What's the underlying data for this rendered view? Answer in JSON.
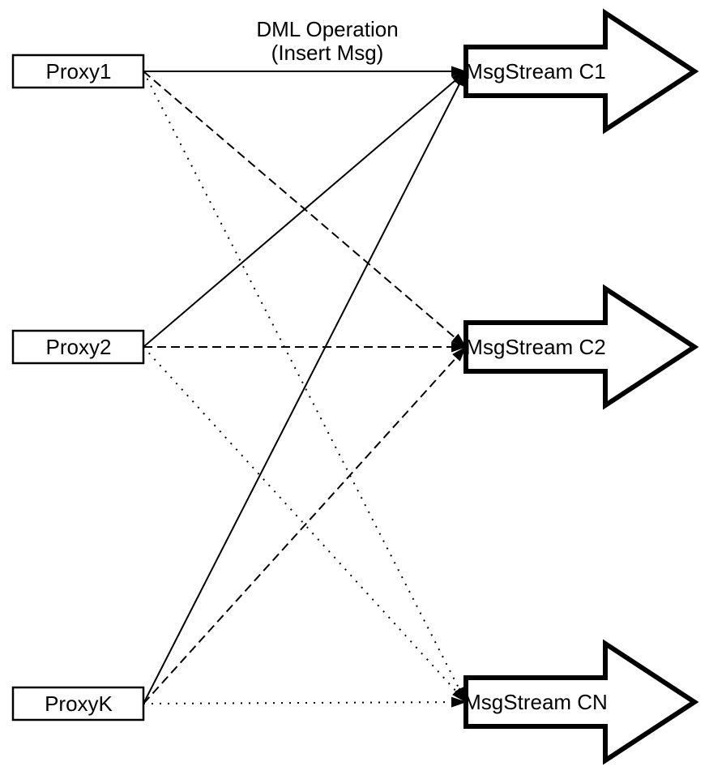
{
  "diagram": {
    "annotation": {
      "line1": "DML Operation",
      "line2": "(Insert Msg)"
    },
    "proxies": [
      {
        "id": "proxy1",
        "label": "Proxy1"
      },
      {
        "id": "proxy2",
        "label": "Proxy2"
      },
      {
        "id": "proxyk",
        "label": "ProxyK"
      }
    ],
    "streams": [
      {
        "id": "c1",
        "label": "MsgStream C1"
      },
      {
        "id": "c2",
        "label": "MsgStream C2"
      },
      {
        "id": "cn",
        "label": "MsgStream CN"
      }
    ],
    "edges": [
      {
        "from": "proxy1",
        "to": "c1",
        "style": "solid"
      },
      {
        "from": "proxy1",
        "to": "c2",
        "style": "dashed"
      },
      {
        "from": "proxy1",
        "to": "cn",
        "style": "dotted"
      },
      {
        "from": "proxy2",
        "to": "c1",
        "style": "solid"
      },
      {
        "from": "proxy2",
        "to": "c2",
        "style": "dashed"
      },
      {
        "from": "proxy2",
        "to": "cn",
        "style": "dotted"
      },
      {
        "from": "proxyk",
        "to": "c1",
        "style": "solid"
      },
      {
        "from": "proxyk",
        "to": "c2",
        "style": "dashed"
      },
      {
        "from": "proxyk",
        "to": "cn",
        "style": "dotted"
      }
    ],
    "colors": {
      "stroke": "#000000",
      "fill": "#ffffff",
      "background": "#ffffff"
    }
  }
}
